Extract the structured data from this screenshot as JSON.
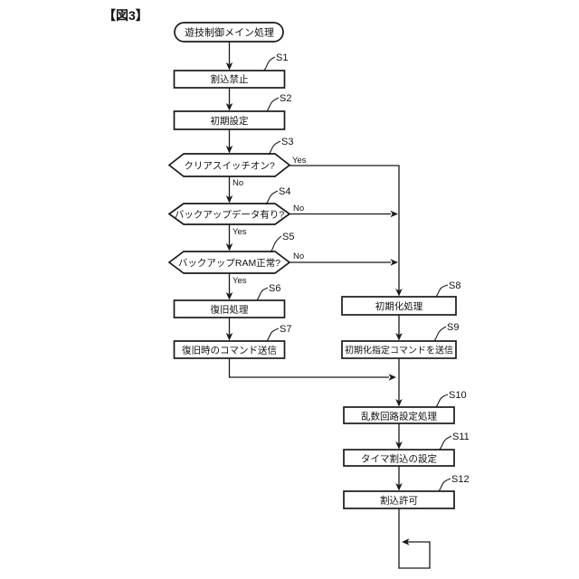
{
  "figure_title": "【図3】",
  "terminator": {
    "text": "遊技制御メイン処理"
  },
  "labels": {
    "yes": "Yes",
    "no": "No"
  },
  "steps": {
    "s1": {
      "tag": "S1",
      "text": "割込禁止"
    },
    "s2": {
      "tag": "S2",
      "text": "初期設定"
    },
    "s3": {
      "tag": "S3",
      "text": "クリアスイッチオン?"
    },
    "s4": {
      "tag": "S4",
      "text": "バックアップデータ有り?"
    },
    "s5": {
      "tag": "S5",
      "text": "バックアップRAM正常?"
    },
    "s6": {
      "tag": "S6",
      "text": "復旧処理"
    },
    "s7": {
      "tag": "S7",
      "text": "復旧時のコマンド送信"
    },
    "s8": {
      "tag": "S8",
      "text": "初期化処理"
    },
    "s9": {
      "tag": "S9",
      "text": "初期化指定コマンドを送信"
    },
    "s10": {
      "tag": "S10",
      "text": "乱数回路設定処理"
    },
    "s11": {
      "tag": "S11",
      "text": "タイマ割込の設定"
    },
    "s12": {
      "tag": "S12",
      "text": "割込許可"
    }
  },
  "colors": {
    "line": "#1a1a1a",
    "background": "#ffffff"
  }
}
